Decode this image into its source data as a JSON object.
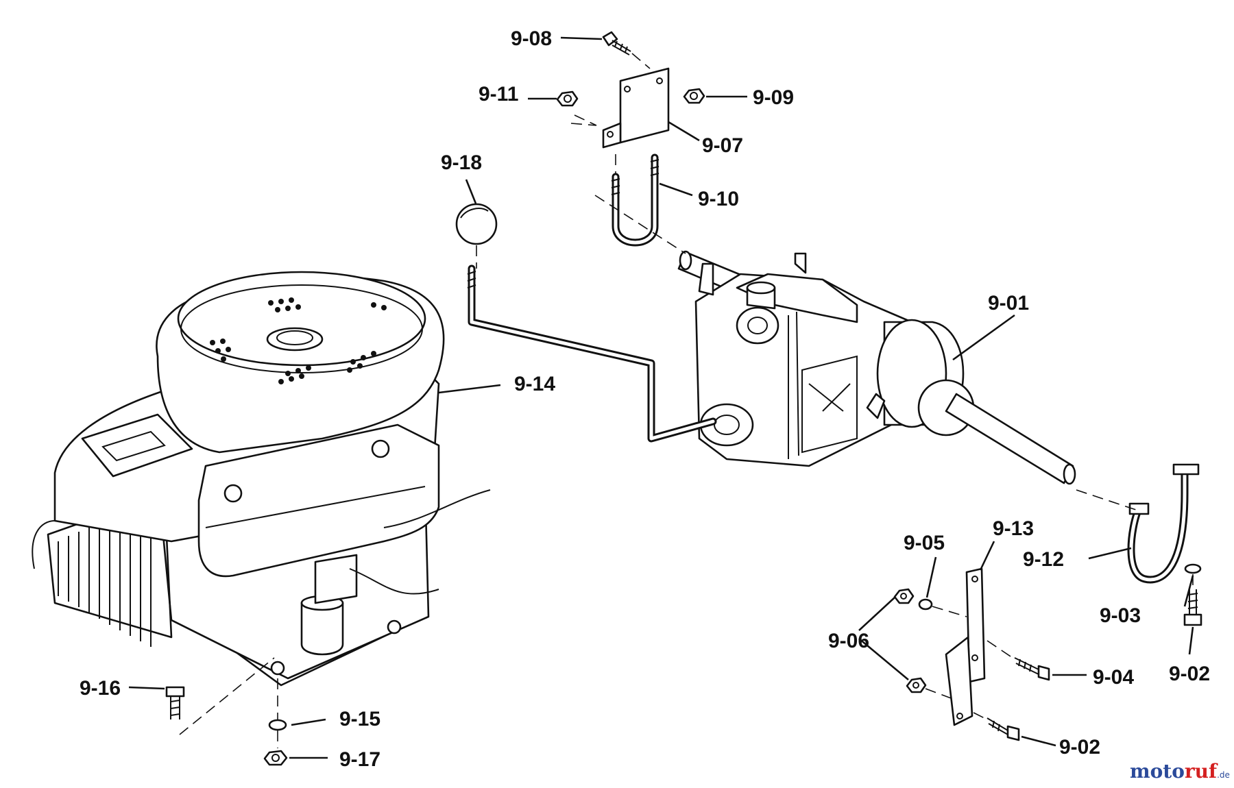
{
  "labels": {
    "p908": "9-08",
    "p911": "9-11",
    "p909": "9-09",
    "p907": "9-07",
    "p918": "9-18",
    "p910": "9-10",
    "p901": "9-01",
    "p914": "9-14",
    "p913": "9-13",
    "p905": "9-05",
    "p912": "9-12",
    "p906": "9-06",
    "p903": "9-03",
    "p904": "9-04",
    "p902a": "9-02",
    "p902b": "9-02",
    "p916": "9-16",
    "p915": "9-15",
    "p917": "9-17"
  },
  "watermark": {
    "blue_part": "moto",
    "red_part": "ruf",
    "suffix": ".de"
  }
}
